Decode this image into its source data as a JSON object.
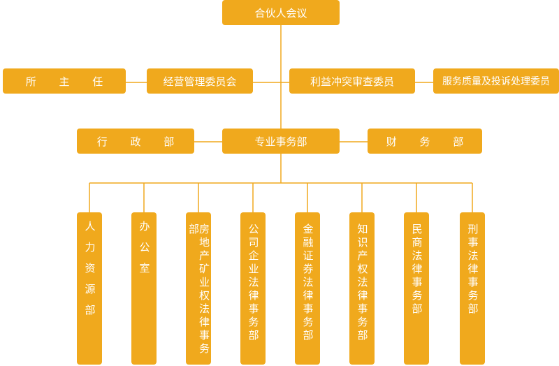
{
  "top": {
    "label": "合伙人会议"
  },
  "level2": {
    "director": "所 主 任",
    "management_committee": "经营管理委员会",
    "conflict_committee": "利益冲突审查委员",
    "quality_committee": "服务质量及投诉处理委员"
  },
  "level3": {
    "admin": "行 政 部",
    "professional": "专业事务部",
    "finance": "财 务 部"
  },
  "departments": [
    {
      "key": "hr",
      "label": "人力资源部"
    },
    {
      "key": "office",
      "label": "办公室"
    },
    {
      "key": "realestate",
      "label": "房地产矿业权法律事务部"
    },
    {
      "key": "corporate",
      "label": "公司企业法律事务部"
    },
    {
      "key": "finance_law",
      "label": "金融证券法律事务部"
    },
    {
      "key": "ip",
      "label": "知识产权法律事务部"
    },
    {
      "key": "civil",
      "label": "民商法律事务部"
    },
    {
      "key": "criminal",
      "label": "刑事法律事务部"
    }
  ],
  "colors": {
    "box": "#f0a91d",
    "line": "#f0a91d",
    "text": "#ffffff"
  }
}
